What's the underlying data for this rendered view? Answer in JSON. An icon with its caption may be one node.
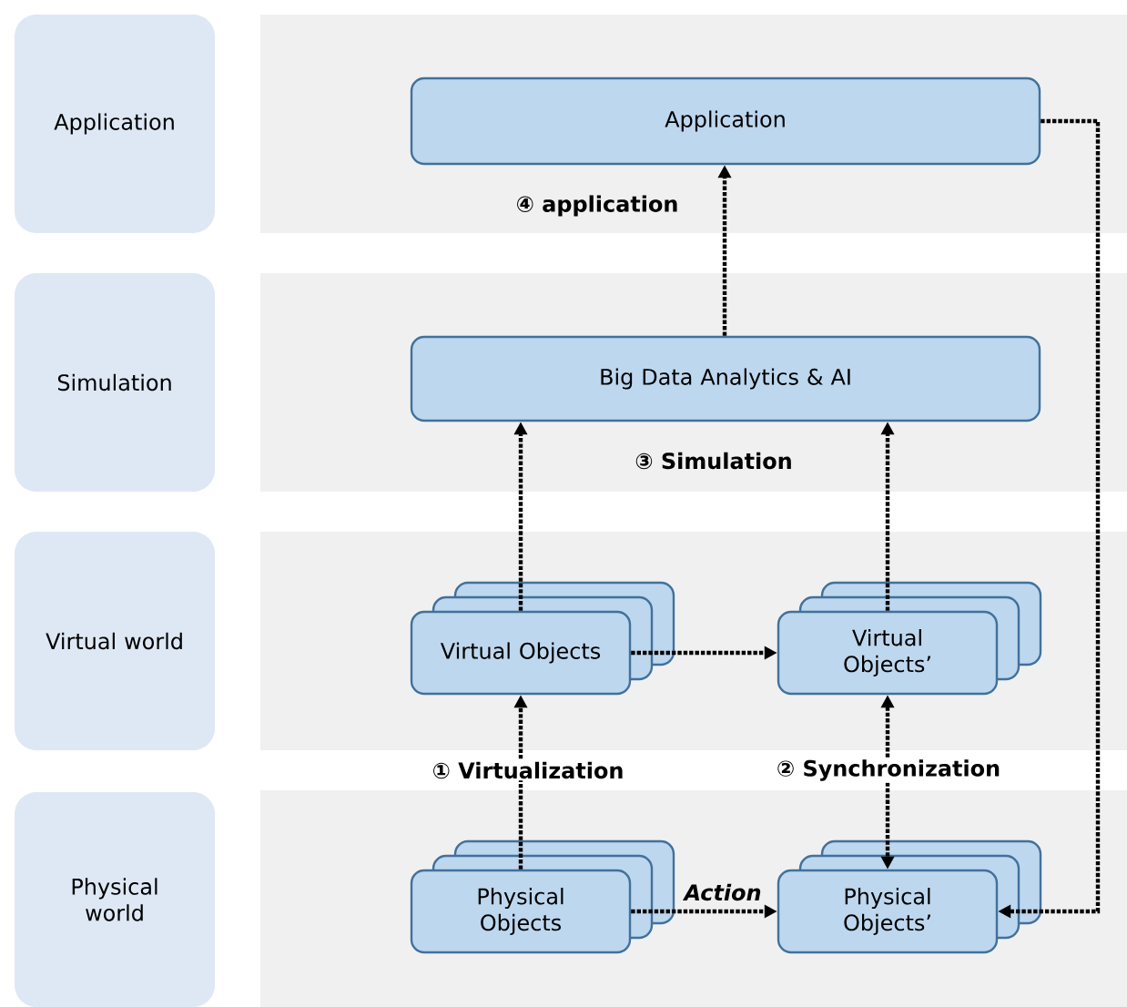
{
  "diagram": {
    "nodes": [
      {
        "text": [
          "Application"
        ]
      },
      {
        "text": [
          "Simulation"
        ]
      },
      {
        "text": [
          "Virtual world"
        ]
      },
      {
        "text": [
          "Physical world"
        ]
      },
      {
        "text": [
          "Application"
        ]
      },
      {
        "text": [
          "Big Data Analytics & AI"
        ]
      },
      {
        "text": [
          "Virtual Objects"
        ]
      },
      {
        "text": [
          "Virtual Objects’"
        ]
      },
      {
        "text": [
          "Physical Objects"
        ]
      },
      {
        "text": [
          "Physical Objects’"
        ]
      }
    ],
    "edges": [
      {
        "from": 5,
        "to": 4,
        "arrow": "to",
        "label": "④ application"
      },
      {
        "from": 6,
        "to": 5,
        "arrow": "to"
      },
      {
        "from": 7,
        "to": 5,
        "arrow": "to"
      },
      {
        "from": 6,
        "to": 7,
        "arrow": "to"
      },
      {
        "from": 8,
        "to": 6,
        "arrow": "to",
        "label": "① Virtualization"
      },
      {
        "from": 7,
        "to": 9,
        "arrow": "both",
        "label": "② Synchronization"
      },
      {
        "from": 8,
        "to": 9,
        "arrow": "to",
        "label": "Action"
      },
      {
        "from": 4,
        "to": 9,
        "arrow": "to"
      }
    ],
    "labels": [
      "③ Simulation"
    ]
  }
}
